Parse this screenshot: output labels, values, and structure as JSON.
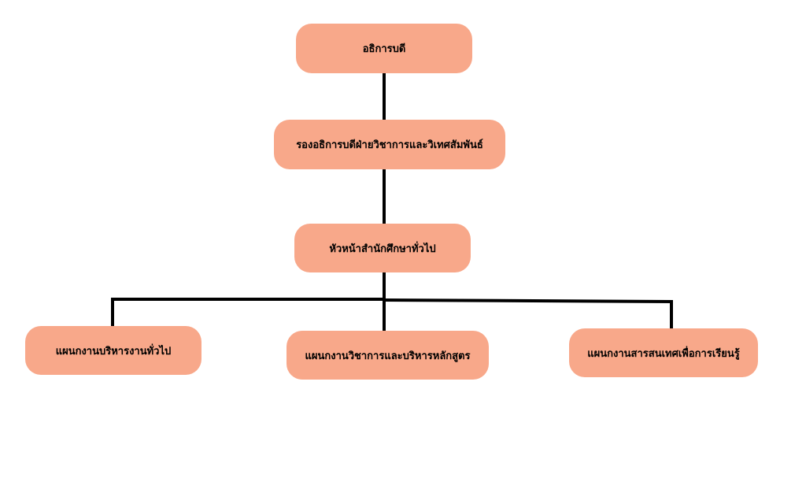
{
  "diagram": {
    "nodes": {
      "president": {
        "label": "อธิการบดี"
      },
      "vice_president": {
        "label": "รองอธิการบดีฝ่ายวิชาการและวิเทศสัมพันธ์"
      },
      "office_head": {
        "label": "หัวหน้าสำนักศึกษาทั่วไป"
      },
      "general_admin": {
        "label": "แผนกงานบริหารงานทั่วไป"
      },
      "academic": {
        "label": "แผนกงานวิชาการและบริหารหลักสูตร"
      },
      "information": {
        "label": "แผนกงานสารสนเทศเพื่อการเรียนรู้"
      }
    },
    "edges": [
      {
        "from": "president",
        "to": "vice_president"
      },
      {
        "from": "vice_president",
        "to": "office_head"
      },
      {
        "from": "office_head",
        "to": "general_admin"
      },
      {
        "from": "office_head",
        "to": "academic"
      },
      {
        "from": "office_head",
        "to": "information"
      }
    ],
    "colors": {
      "node_fill": "#f8a88a",
      "connector": "#000000",
      "text": "#000000"
    }
  }
}
